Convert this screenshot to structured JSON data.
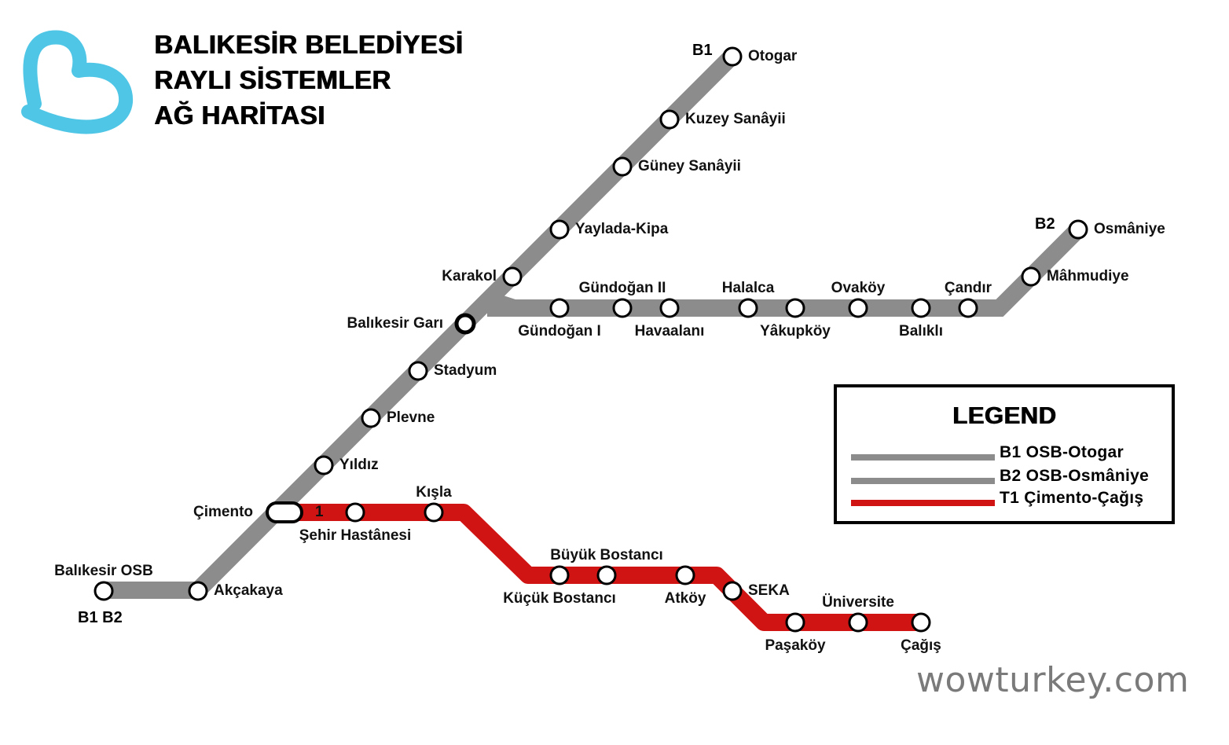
{
  "header": {
    "title_lines": [
      "BALIKESİR BELEDİYESİ",
      "RAYLI SİSTEMLER",
      "AĞ HARİTASI"
    ],
    "logo_icon": "balikesir-heart-b-logo",
    "logo_color": "#4FC6E6"
  },
  "colors": {
    "b_line": "#8C8C8C",
    "t1_line": "#D01414",
    "station_fill": "#FFFFFF",
    "station_stroke": "#000000"
  },
  "line_tags": {
    "b1_end": "B1",
    "b2_end": "B2",
    "osb_start": "B1 B2",
    "cimento_t1": "1"
  },
  "lines": {
    "b1": {
      "id": "B1",
      "name": "OSB-Otogar",
      "stations": [
        "Balıkesir OSB",
        "Akçakaya",
        "Çimento",
        "Yıldız",
        "Plevne",
        "Stadyum",
        "Balıkesir Garı",
        "Karakol",
        "Yaylada-Kipa",
        "Güney Sanâyii",
        "Kuzey Sanâyii",
        "Otogar"
      ]
    },
    "b2": {
      "id": "B2",
      "name": "OSB-Osmâniye",
      "stations": [
        "Balıkesir OSB",
        "Akçakaya",
        "Çimento",
        "Yıldız",
        "Plevne",
        "Stadyum",
        "Balıkesir Garı",
        "Gündoğan I",
        "Gündoğan II",
        "Havaalanı",
        "Halalca",
        "Yâkupköy",
        "Ovaköy",
        "Balıklı",
        "Çandır",
        "Mâhmudiye",
        "Osmâniye"
      ]
    },
    "t1": {
      "id": "T1",
      "name": "Çimento-Çağış",
      "stations": [
        "Çimento",
        "Şehir Hastânesi",
        "Kışla",
        "Küçük Bostancı",
        "Büyük Bostancı",
        "Atköy",
        "SEKA",
        "Paşaköy",
        "Üniversite",
        "Çağış"
      ]
    }
  },
  "stations": {
    "osb": "Balıkesir OSB",
    "akcakaya": "Akçakaya",
    "cimento": "Çimento",
    "yildiz": "Yıldız",
    "plevne": "Plevne",
    "stadyum": "Stadyum",
    "gari": "Balıkesir Garı",
    "karakol": "Karakol",
    "yaylada": "Yaylada-Kipa",
    "guney": "Güney Sanâyii",
    "kuzey": "Kuzey Sanâyii",
    "otogar": "Otogar",
    "gundogan1": "Gündoğan I",
    "gundogan2": "Gündoğan II",
    "havaalani": "Havaalanı",
    "halalca": "Halalca",
    "yakupkoy": "Yâkupköy",
    "ovakoy": "Ovaköy",
    "balikli": "Balıklı",
    "candir": "Çandır",
    "mahmudiye": "Mâhmudiye",
    "osmaniye": "Osmâniye",
    "sehir": "Şehir Hastânesi",
    "kisla": "Kışla",
    "kucuk": "Küçük Bostancı",
    "buyuk": "Büyük Bostancı",
    "atkoy": "Atköy",
    "seka": "SEKA",
    "pasakoy": "Paşaköy",
    "universite": "Üniversite",
    "cagis": "Çağış"
  },
  "legend": {
    "title": "LEGEND",
    "items": [
      {
        "label": "B1 OSB-Otogar",
        "color": "#8C8C8C"
      },
      {
        "label": "B2 OSB-Osmâniye",
        "color": "#8C8C8C"
      },
      {
        "label": "T1 Çimento-Çağış",
        "color": "#D01414"
      }
    ]
  },
  "watermark": "wowturkey.com"
}
